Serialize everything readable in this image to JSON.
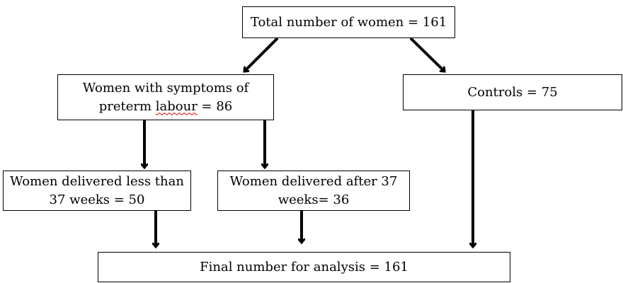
{
  "boxes": {
    "total": "Total number of women = 161",
    "symptoms_line1": "Women with symptoms of",
    "symptoms_line2_prefix": "preterm ",
    "symptoms_line2_word": "labour",
    "symptoms_line2_suffix": " = 86",
    "controls": "Controls = 75",
    "delivered_before_line1": "Women delivered less than",
    "delivered_before_line2": "37 weeks = 50",
    "delivered_after_line1": "Women delivered after 37",
    "delivered_after_line2": "weeks= 36",
    "final": "Final number for analysis = 161"
  },
  "colors": {
    "line": "#000000",
    "spellcheck_underline": "#d00000"
  }
}
